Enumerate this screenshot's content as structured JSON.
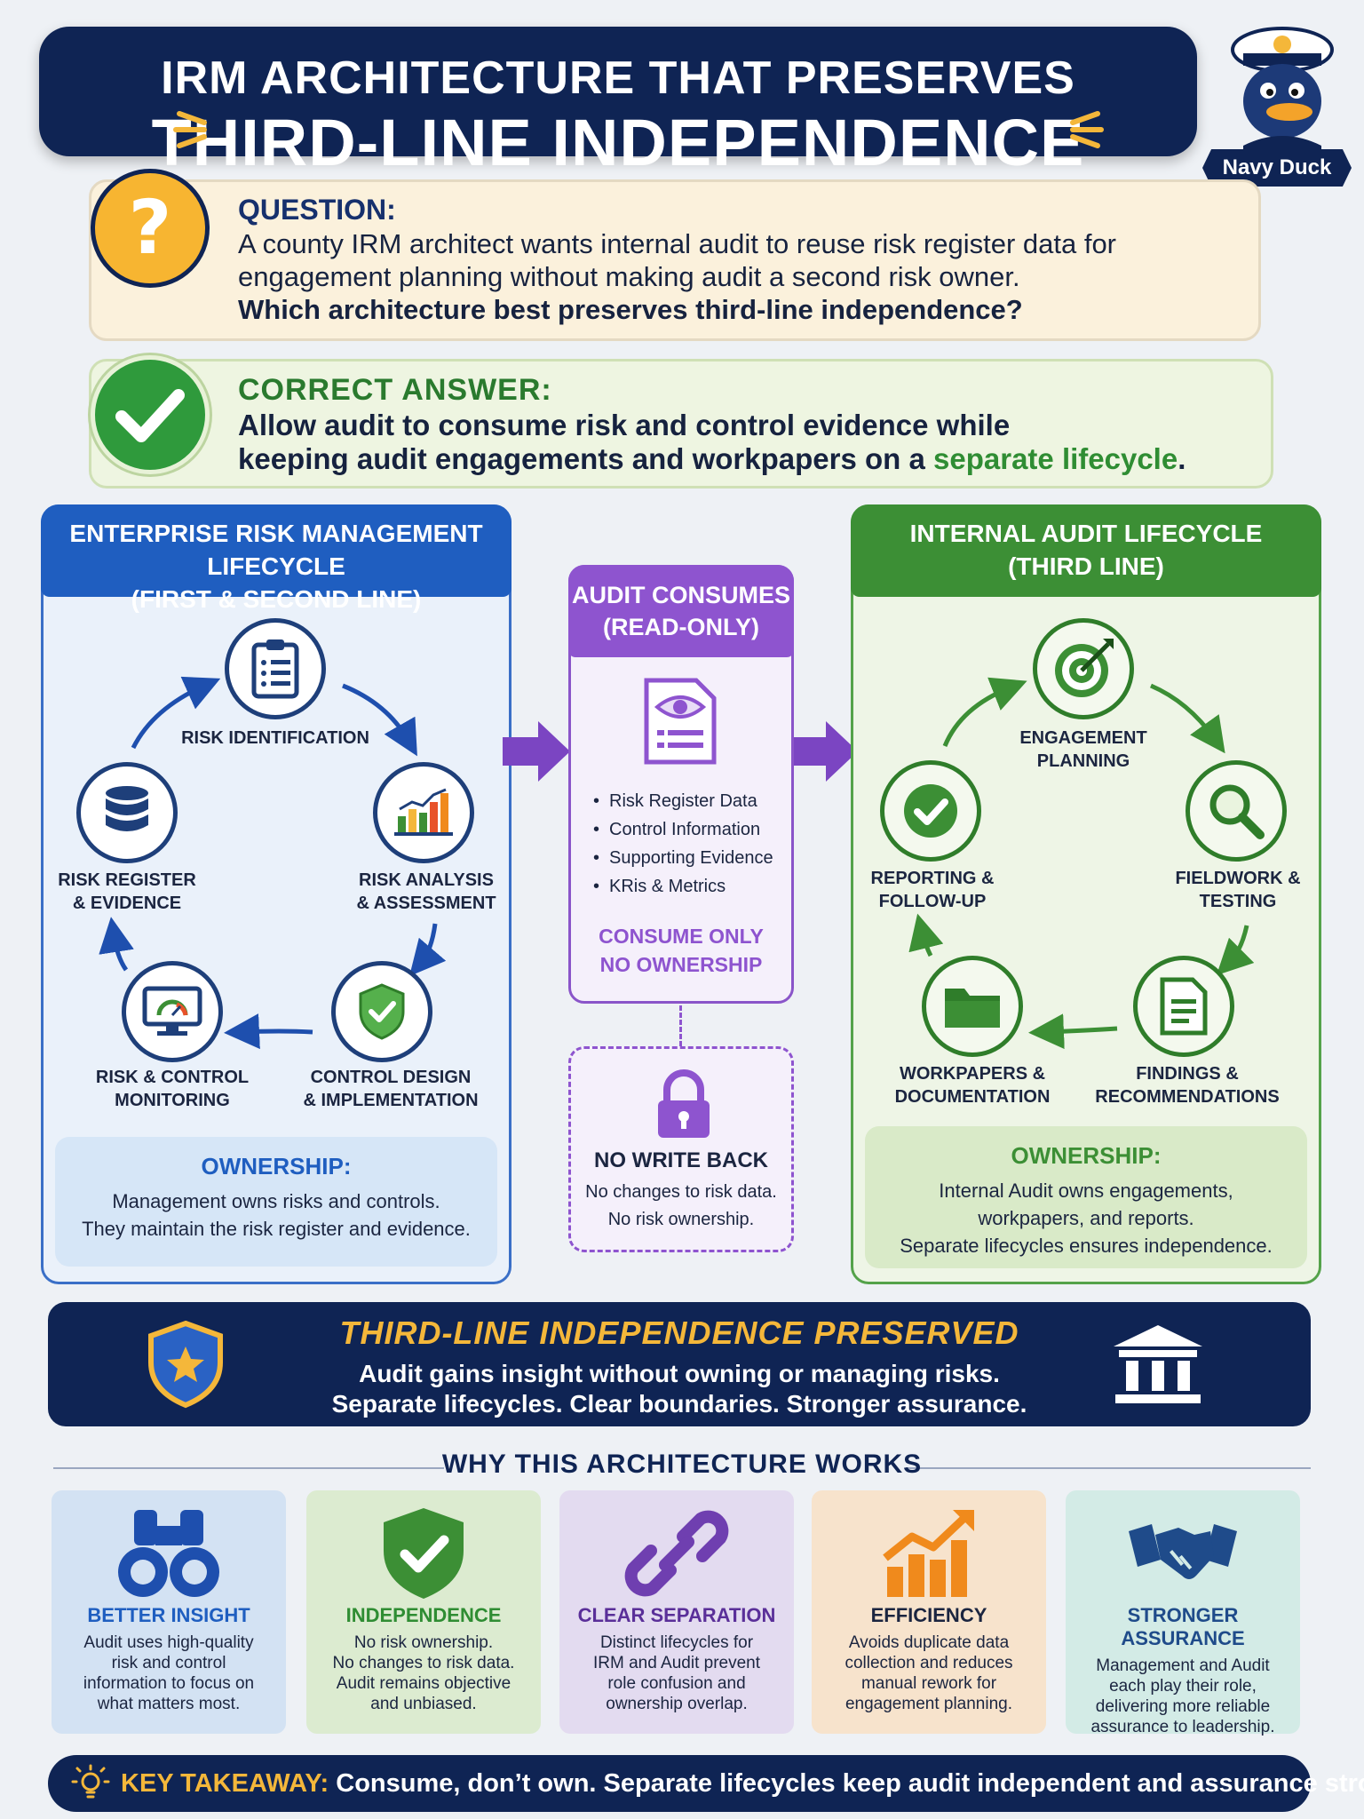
{
  "title": {
    "line1": "IRM ARCHITECTURE THAT PRESERVES",
    "line2": "THIRD-LINE INDEPENDENCE"
  },
  "mascot": {
    "label": "Navy Duck"
  },
  "question": {
    "label": "QUESTION:",
    "line1": "A county IRM architect wants internal audit to reuse risk register data for",
    "line2": "engagement planning without making audit a second risk owner.",
    "line3": "Which architecture best preserves third-line independence?"
  },
  "answer": {
    "label": "CORRECT ANSWER:",
    "line1": "Allow audit to consume risk and control evidence while",
    "line2_pre": "keeping audit engagements and workpapers on a ",
    "line2_hl": "separate lifecycle",
    "line2_post": "."
  },
  "erm": {
    "header1": "ENTERPRISE RISK MANAGEMENT LIFECYCLE",
    "header2": "(FIRST & SECOND LINE)",
    "nodes": [
      {
        "l1": "RISK IDENTIFICATION",
        "l2": ""
      },
      {
        "l1": "RISK ANALYSIS",
        "l2": "& ASSESSMENT"
      },
      {
        "l1": "CONTROL DESIGN",
        "l2": "& IMPLEMENTATION"
      },
      {
        "l1": "RISK & CONTROL",
        "l2": "MONITORING"
      },
      {
        "l1": "RISK REGISTER",
        "l2": "& EVIDENCE"
      }
    ],
    "ownership_title": "OWNERSHIP:",
    "ownership_l1": "Management owns risks and controls.",
    "ownership_l2": "They maintain the risk register and evidence."
  },
  "middle": {
    "header1": "AUDIT CONSUMES",
    "header2": "(READ-ONLY)",
    "items": [
      "Risk Register Data",
      "Control Information",
      "Supporting Evidence",
      "KRis & Metrics"
    ],
    "consume1": "CONSUME ONLY",
    "consume2": "NO OWNERSHIP",
    "nowrite_title": "NO WRITE BACK",
    "nowrite_l1": "No changes to risk data.",
    "nowrite_l2": "No risk ownership."
  },
  "ia": {
    "header1": "INTERNAL AUDIT LIFECYCLE",
    "header2": "(THIRD LINE)",
    "nodes": [
      {
        "l1": "ENGAGEMENT",
        "l2": "PLANNING"
      },
      {
        "l1": "FIELDWORK &",
        "l2": "TESTING"
      },
      {
        "l1": "FINDINGS &",
        "l2": "RECOMMENDATIONS"
      },
      {
        "l1": "WORKPAPERS &",
        "l2": "DOCUMENTATION"
      },
      {
        "l1": "REPORTING &",
        "l2": "FOLLOW-UP"
      }
    ],
    "ownership_title": "OWNERSHIP:",
    "ownership_l1": "Internal Audit owns engagements,",
    "ownership_l2": "workpapers, and reports.",
    "ownership_l3": "Separate lifecycles ensures independence."
  },
  "preserved": {
    "title": "THIRD-LINE INDEPENDENCE PRESERVED",
    "l1": "Audit gains insight without owning or managing risks.",
    "l2": "Separate lifecycles. Clear boundaries. Stronger assurance."
  },
  "why": {
    "title": "WHY THIS ARCHITECTURE WORKS",
    "cards": [
      {
        "title": "BETTER INSIGHT",
        "l1": "Audit uses high-quality",
        "l2": "risk and control",
        "l3": "information to focus on",
        "l4": "what matters most."
      },
      {
        "title": "INDEPENDENCE",
        "l1": "No risk ownership.",
        "l2": "No changes to risk data.",
        "l3": "Audit remains objective",
        "l4": "and unbiased."
      },
      {
        "title": "CLEAR SEPARATION",
        "l1": "Distinct lifecycles for",
        "l2": "IRM and Audit prevent",
        "l3": "role confusion and",
        "l4": "ownership overlap."
      },
      {
        "title": "EFFICIENCY",
        "l1": "Avoids duplicate data",
        "l2": "collection and reduces",
        "l3": "manual rework for",
        "l4": "engagement planning."
      },
      {
        "title": "STRONGER ASSURANCE",
        "l1": "Management and Audit",
        "l2": "each play their role,",
        "l3": "delivering more reliable",
        "l4": "assurance to leadership."
      }
    ]
  },
  "takeaway": {
    "label": "KEY TAKEAWAY:",
    "text": " Consume, don’t own. Separate lifecycles keep audit independent and assurance strong."
  },
  "colors": {
    "navy": "#0f2454",
    "gold": "#f4b73a",
    "erm_blue": "#1f5ec0",
    "audit_green": "#3c8f35",
    "consume_purple": "#8e54cf",
    "efficiency_orange": "#f08a1c"
  },
  "icons": {
    "question": "question-mark-icon",
    "answer": "checkmark-icon",
    "erm": [
      "clipboard-list-icon",
      "bar-chart-icon",
      "shield-check-icon",
      "monitor-gauge-icon",
      "database-icon"
    ],
    "ia": [
      "target-icon",
      "magnifier-icon",
      "document-icon",
      "folder-icon",
      "check-circle-icon"
    ],
    "middle": [
      "document-eye-icon",
      "padlock-icon"
    ],
    "why": [
      "binoculars-icon",
      "shield-check-icon",
      "broken-chain-icon",
      "growth-chart-icon",
      "handshake-icon"
    ],
    "banner": [
      "star-shield-icon",
      "institution-icon"
    ],
    "takeaway": "lightbulb-icon"
  }
}
